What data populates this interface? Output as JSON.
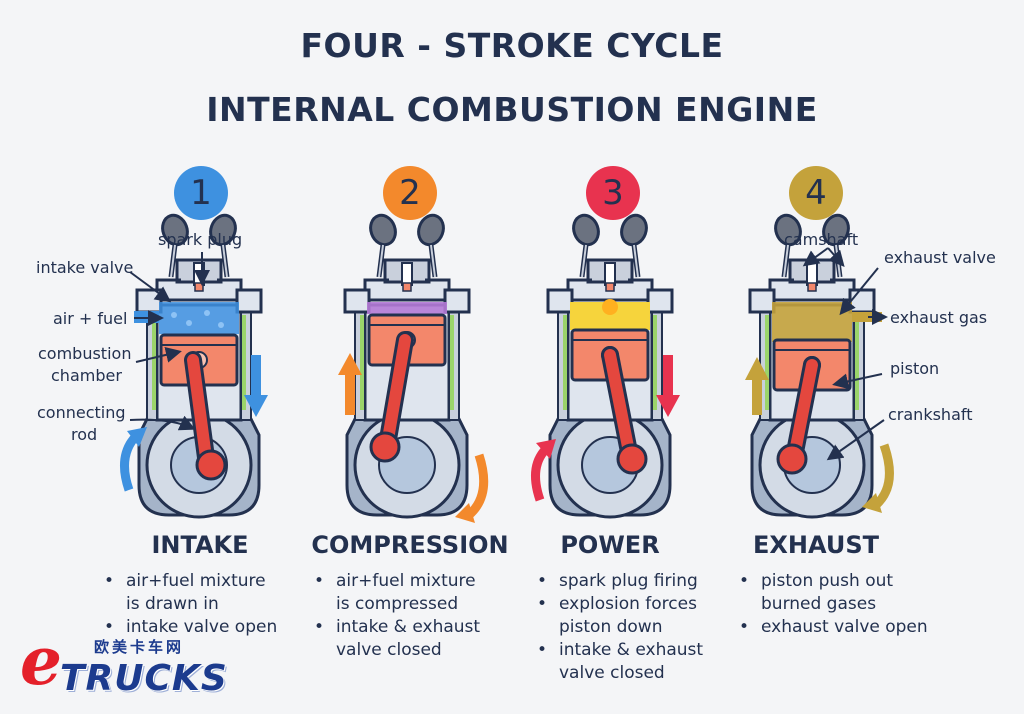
{
  "title": {
    "line1": "FOUR - STROKE CYCLE",
    "line2": "INTERNAL COMBUSTION ENGINE"
  },
  "colors": {
    "stage1": "#3e91e0",
    "stage2": "#f3892c",
    "stage3": "#e8334f",
    "stage4": "#c4a23b",
    "navy": "#23314f",
    "cylinder": "#c9d0dc",
    "piston": "#f3876b",
    "rod": "#e4473e",
    "cooling": "#9bd46a"
  },
  "stages": [
    {
      "number": "1",
      "name": "INTAKE",
      "bullets": [
        [
          "air+fuel mixture",
          "is drawn in"
        ],
        [
          "intake valve open"
        ]
      ],
      "piston_direction": "down"
    },
    {
      "number": "2",
      "name": "COMPRESSION",
      "bullets": [
        [
          "air+fuel mixture",
          "is compressed"
        ],
        [
          "intake & exhaust",
          "valve closed"
        ]
      ],
      "piston_direction": "up"
    },
    {
      "number": "3",
      "name": "POWER",
      "bullets": [
        [
          "spark plug firing"
        ],
        [
          "explosion forces",
          "piston down"
        ],
        [
          "intake & exhaust",
          "valve closed"
        ]
      ],
      "piston_direction": "down"
    },
    {
      "number": "4",
      "name": "EXHAUST",
      "bullets": [
        [
          "piston push out",
          "burned gases"
        ],
        [
          "exhaust valve open"
        ]
      ],
      "piston_direction": "up"
    }
  ],
  "labels": {
    "spark_plug": "spark plug",
    "intake_valve": "intake valve",
    "air_fuel": "air + fuel",
    "combustion_chamber_1": "combustion",
    "combustion_chamber_2": "chamber",
    "connecting_rod_1": "connecting",
    "connecting_rod_2": "rod",
    "camshaft": "camshaft",
    "exhaust_valve": "exhaust valve",
    "exhaust_gas": "exhaust gas",
    "piston": "piston",
    "crankshaft": "crankshaft"
  },
  "logo": {
    "letter": "e",
    "chinese": "欧美卡车网",
    "brand": "TRUCKS"
  }
}
